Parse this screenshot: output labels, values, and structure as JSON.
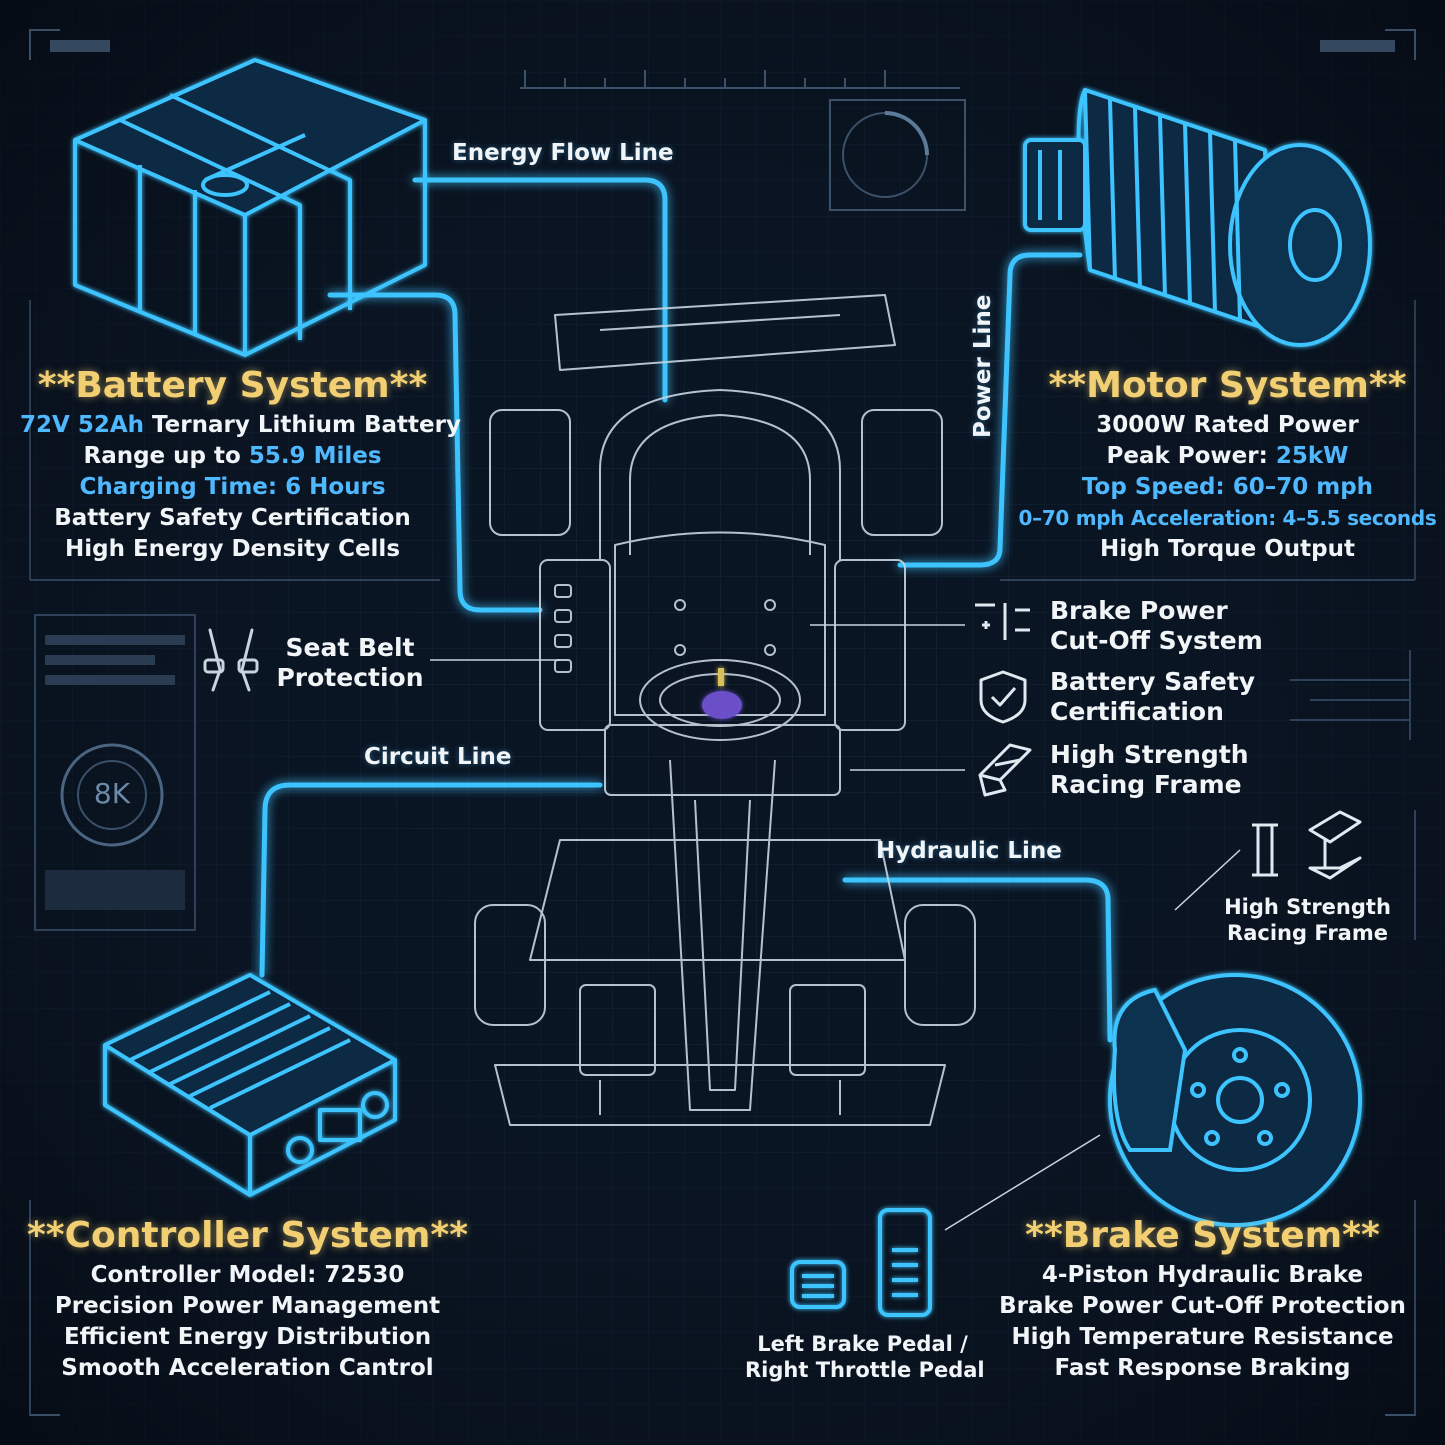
{
  "colors": {
    "background": "#0a1422",
    "glow": "#3ec4ff",
    "title": "#f2cf72",
    "accent_text": "#4fb8ff",
    "outline": "#c8d4e0"
  },
  "battery": {
    "title": "**Battery System**",
    "line1_hl": "72V 52Ah",
    "line1_rest": " Ternary Lithium Battery",
    "line2_pre": "Range up to ",
    "line2_hl": "55.9 Miles",
    "line3": "Charging Time: 6 Hours",
    "line4": "Battery Safety Certification",
    "line5": "High Energy Density Cells"
  },
  "motor": {
    "title": "**Motor System**",
    "line1": "3000W Rated Power",
    "line2_pre": "Peak Power: ",
    "line2_hl": "25kW",
    "line3": "Top Speed: 60–70 mph",
    "line4": "0–70 mph Acceleration: 4–5.5 seconds",
    "line5": "High Torque Output"
  },
  "controller": {
    "title": "**Controller System**",
    "line1": "Controller Model: 72530",
    "line2": "Precision Power Management",
    "line3": "Efficient Energy Distribution",
    "line4": "Smooth Acceleration Cantrol"
  },
  "brake": {
    "title": "**Brake System**",
    "line1": "4-Piston Hydraulic Brake",
    "line2": "Brake Power Cut-Off Protection",
    "line3": "High Temperature Resistance",
    "line4": "Fast Response Braking"
  },
  "lines": {
    "energy": "Energy Flow Line",
    "power": "Power Line",
    "circuit": "Circuit Line",
    "hydraulic": "Hydraulic Line"
  },
  "seatbelt": {
    "line1": "Seat Belt",
    "line2": "Protection"
  },
  "features": {
    "brake_cutoff": {
      "line1": "Brake Power",
      "line2": "Cut-Off System"
    },
    "battery_cert": {
      "line1": "Battery Safety",
      "line2": "Certification"
    },
    "frame": {
      "line1": "High Strength",
      "line2": "Racing Frame"
    }
  },
  "frame_callout": {
    "line1": "High Strength",
    "line2": "Racing Frame"
  },
  "pedals": {
    "line1": "Left Brake Pedal /",
    "line2": "Right Throttle Pedal"
  },
  "gauge": {
    "value": "8K"
  },
  "icons": [
    "battery-icon",
    "motor-icon",
    "controller-icon",
    "brake-disc-icon",
    "seatbelt-icon",
    "brake-cutoff-icon",
    "shield-check-icon",
    "frame-icon",
    "i-beam-icon",
    "pedal-icon",
    "gauge-icon"
  ]
}
